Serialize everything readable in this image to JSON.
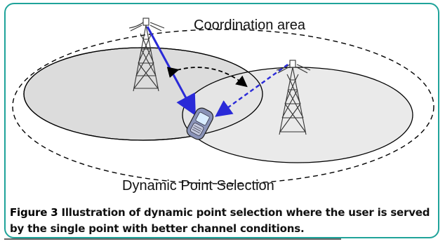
{
  "diagram": {
    "coordination_area_label": "Coordination area",
    "scheme_label": "Dynamic Point Selection",
    "colors": {
      "serving_link": "#2a2ad8",
      "candidate_link": "#2a2ad8",
      "cell_fill_left": "#dcdcdc",
      "cell_fill_right": "#e6e6e6",
      "outline": "#000000",
      "frame": "#1fa39a"
    },
    "icons": [
      "tower-icon-left",
      "tower-icon-right",
      "mobile-phone-icon"
    ]
  },
  "caption": {
    "figure_label": "Figure 3",
    "text": " Illustration of dynamic point selection where the user is served by the single point with better channel conditions."
  }
}
